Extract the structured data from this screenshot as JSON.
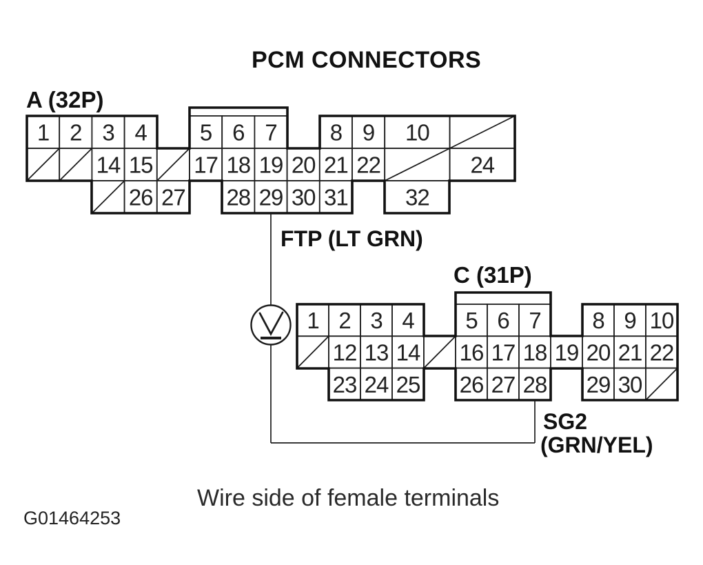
{
  "title": "PCM CONNECTORS",
  "footer": {
    "caption": "Wire side of female terminals",
    "figure_id": "G01464253"
  },
  "wires": {
    "ftp": {
      "label": "FTP (LT GRN)"
    },
    "sg2": {
      "label_line1": "SG2",
      "label_line2": "(GRN/YEL)"
    }
  },
  "symbols": {
    "voltage_probe": "V"
  },
  "connectors": {
    "a": {
      "label": "A (32P)",
      "cells": [
        {
          "r": 0,
          "c": 0,
          "p": "1"
        },
        {
          "r": 0,
          "c": 1,
          "p": "2"
        },
        {
          "r": 0,
          "c": 2,
          "p": "3"
        },
        {
          "r": 0,
          "c": 3,
          "p": "4"
        },
        {
          "r": 0,
          "c": 5,
          "p": "5"
        },
        {
          "r": 0,
          "c": 6,
          "p": "6"
        },
        {
          "r": 0,
          "c": 7,
          "p": "7"
        },
        {
          "r": 0,
          "c": 9,
          "p": "8"
        },
        {
          "r": 0,
          "c": 10,
          "p": "9"
        },
        {
          "r": 0,
          "c": 11,
          "s": 2,
          "p": "10"
        },
        {
          "r": 0,
          "c": 13,
          "s": 2,
          "p": null
        },
        {
          "r": 1,
          "c": 0,
          "p": null
        },
        {
          "r": 1,
          "c": 1,
          "p": null
        },
        {
          "r": 1,
          "c": 2,
          "p": "14"
        },
        {
          "r": 1,
          "c": 3,
          "p": "15"
        },
        {
          "r": 1,
          "c": 4,
          "p": null
        },
        {
          "r": 1,
          "c": 5,
          "p": "17"
        },
        {
          "r": 1,
          "c": 6,
          "p": "18"
        },
        {
          "r": 1,
          "c": 7,
          "p": "19"
        },
        {
          "r": 1,
          "c": 8,
          "p": "20"
        },
        {
          "r": 1,
          "c": 9,
          "p": "21"
        },
        {
          "r": 1,
          "c": 10,
          "p": "22"
        },
        {
          "r": 1,
          "c": 11,
          "s": 2,
          "p": null
        },
        {
          "r": 1,
          "c": 13,
          "s": 2,
          "p": "24"
        },
        {
          "r": 2,
          "c": 2,
          "p": null
        },
        {
          "r": 2,
          "c": 3,
          "p": "26"
        },
        {
          "r": 2,
          "c": 4,
          "p": "27"
        },
        {
          "r": 2,
          "c": 6,
          "p": "28"
        },
        {
          "r": 2,
          "c": 7,
          "p": "29"
        },
        {
          "r": 2,
          "c": 8,
          "p": "30"
        },
        {
          "r": 2,
          "c": 9,
          "p": "31"
        },
        {
          "r": 2,
          "c": 11,
          "s": 2,
          "p": "32"
        }
      ]
    },
    "c": {
      "label": "C (31P)",
      "cells": [
        {
          "r": 0,
          "c": 0,
          "p": "1"
        },
        {
          "r": 0,
          "c": 1,
          "p": "2"
        },
        {
          "r": 0,
          "c": 2,
          "p": "3"
        },
        {
          "r": 0,
          "c": 3,
          "p": "4"
        },
        {
          "r": 0,
          "c": 5,
          "p": "5"
        },
        {
          "r": 0,
          "c": 6,
          "p": "6"
        },
        {
          "r": 0,
          "c": 7,
          "p": "7"
        },
        {
          "r": 0,
          "c": 9,
          "p": "8"
        },
        {
          "r": 0,
          "c": 10,
          "p": "9"
        },
        {
          "r": 0,
          "c": 11,
          "p": "10"
        },
        {
          "r": 1,
          "c": 0,
          "p": null
        },
        {
          "r": 1,
          "c": 1,
          "p": "12"
        },
        {
          "r": 1,
          "c": 2,
          "p": "13"
        },
        {
          "r": 1,
          "c": 3,
          "p": "14"
        },
        {
          "r": 1,
          "c": 4,
          "p": null
        },
        {
          "r": 1,
          "c": 5,
          "p": "16"
        },
        {
          "r": 1,
          "c": 6,
          "p": "17"
        },
        {
          "r": 1,
          "c": 7,
          "p": "18"
        },
        {
          "r": 1,
          "c": 8,
          "p": "19"
        },
        {
          "r": 1,
          "c": 9,
          "p": "20"
        },
        {
          "r": 1,
          "c": 10,
          "p": "21"
        },
        {
          "r": 1,
          "c": 11,
          "p": "22"
        },
        {
          "r": 2,
          "c": 1,
          "p": "23"
        },
        {
          "r": 2,
          "c": 2,
          "p": "24"
        },
        {
          "r": 2,
          "c": 3,
          "p": "25"
        },
        {
          "r": 2,
          "c": 5,
          "p": "26"
        },
        {
          "r": 2,
          "c": 6,
          "p": "27"
        },
        {
          "r": 2,
          "c": 7,
          "p": "28"
        },
        {
          "r": 2,
          "c": 9,
          "p": "29"
        },
        {
          "r": 2,
          "c": 10,
          "p": "30"
        },
        {
          "r": 2,
          "c": 11,
          "p": null
        }
      ]
    }
  }
}
